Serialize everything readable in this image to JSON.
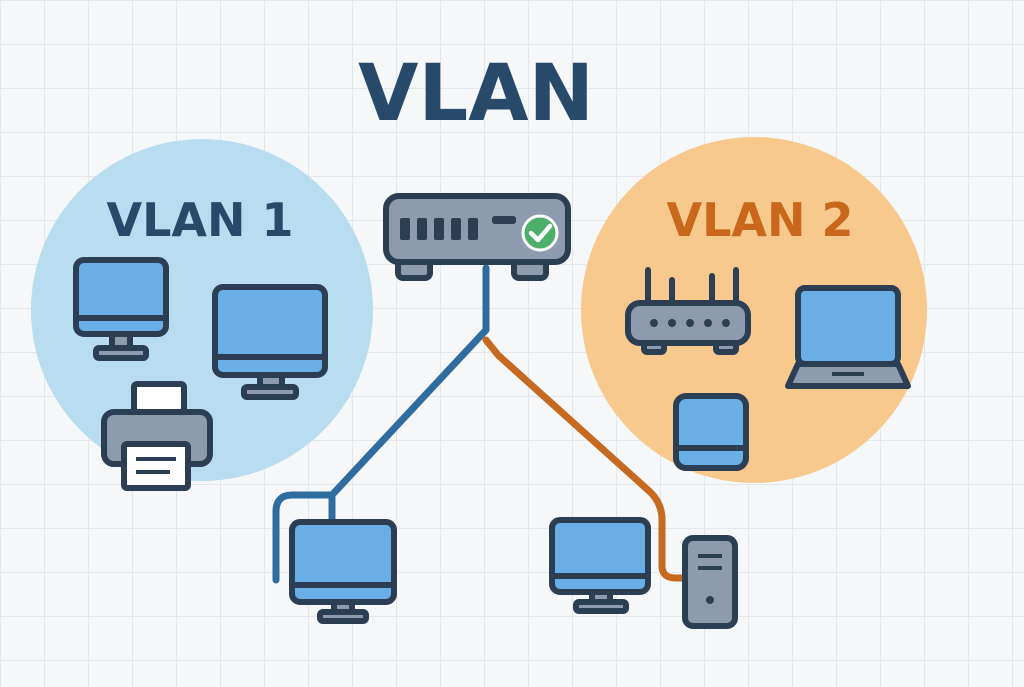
{
  "diagram": {
    "title": "VLAN",
    "groups": [
      {
        "label": "VLAN 1",
        "fill": "#b8dcf0",
        "label_color": "#274a6b"
      },
      {
        "label": "VLAN 2",
        "fill": "#f8c98c",
        "label_color": "#c9681c"
      }
    ],
    "colors": {
      "title": "#274a6b",
      "outline": "#2c3e54",
      "screen": "#6aaee6",
      "device_body": "#8e9aad",
      "vlan1_cable": "#2f6da0",
      "vlan2_cable": "#c66a22",
      "status_ok": "#4caf6a"
    },
    "icons": {
      "switch": "network-switch-icon",
      "status": "checkmark-icon",
      "printer": "printer-icon",
      "router": "wireless-router-icon",
      "laptop": "laptop-icon",
      "tablet": "tablet-icon",
      "desktop": "desktop-monitor-icon",
      "tower": "pc-tower-icon"
    }
  }
}
